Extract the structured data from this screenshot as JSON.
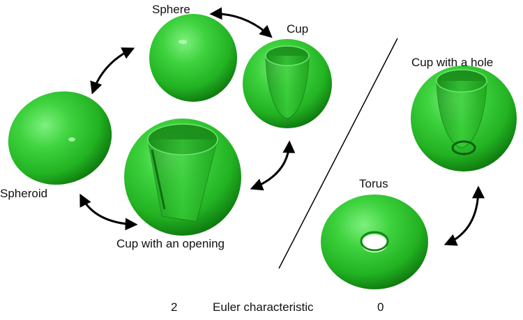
{
  "labels": {
    "sphere": "Sphere",
    "cup": "Cup",
    "cup_with_hole": "Cup with a hole",
    "spheroid": "Spheroid",
    "cup_with_opening": "Cup with an opening",
    "torus": "Torus"
  },
  "footer": {
    "left_value": "2",
    "caption": "Euler characteristic",
    "right_value": "0"
  },
  "colors": {
    "shape_green": "#22c022",
    "arrow": "#000000"
  }
}
